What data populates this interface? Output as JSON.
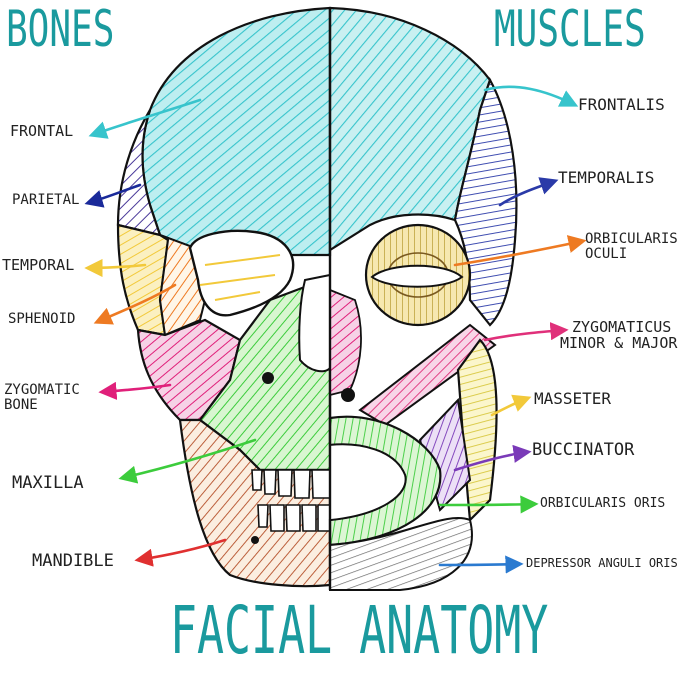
{
  "headers": {
    "bones": "BONES",
    "muscles": "MUSCLES",
    "title": "FACIAL ANATOMY"
  },
  "bones": [
    {
      "label": "FRONTAL",
      "color": "#37c4cc"
    },
    {
      "label": "PARIETAL",
      "color": "#1a2a9a"
    },
    {
      "label": "TEMPORAL",
      "color": "#f2c93a"
    },
    {
      "label": "SPHENOID",
      "color": "#ee7a22"
    },
    {
      "label": "ZYGOMATIC",
      "label2": "BONE",
      "color": "#e0207a"
    },
    {
      "label": "MAXILLA",
      "color": "#3ccc3c"
    },
    {
      "label": "MANDIBLE",
      "color": "#e03030"
    }
  ],
  "muscles": [
    {
      "label": "FRONTALIS",
      "color": "#37c4cc"
    },
    {
      "label": "TEMPORALIS",
      "color": "#2a3aa8"
    },
    {
      "label": "ORBICULARIS",
      "label2": "OCULI",
      "color": "#ee7a22"
    },
    {
      "label": "ZYGOMATICUS",
      "label2": "MINOR & MAJOR",
      "color": "#e0307a"
    },
    {
      "label": "MASSETER",
      "color": "#f2c93a"
    },
    {
      "label": "BUCCINATOR",
      "color": "#7a3ab8"
    },
    {
      "label": "ORBICULARIS  ORIS",
      "color": "#3ccc3c"
    },
    {
      "label": "DEPRESSOR ANGULI ORIS",
      "color": "#2a7ad0"
    }
  ],
  "colors": {
    "header": "#1a9a9e",
    "outline": "#111111",
    "frontal": "#37c4cc",
    "temporal": "#f2c93a",
    "sphenoid": "#ee7a22",
    "zygomatic": "#e0207a",
    "maxilla": "#3ccc3c",
    "mandible": "#b5502a",
    "temporalis": "#2a3aa8",
    "masseter": "#e8e060",
    "buccinator": "#7a3ab8",
    "zygomaticus": "#e0307a"
  }
}
